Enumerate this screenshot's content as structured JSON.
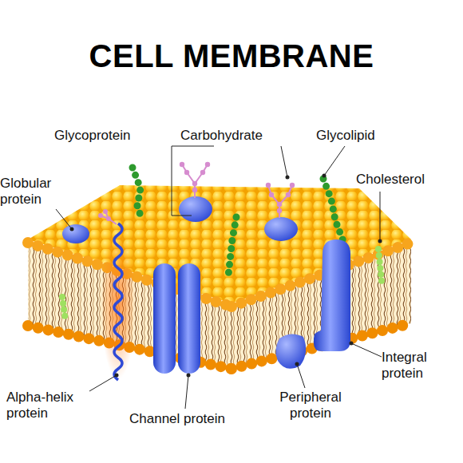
{
  "diagram": {
    "title": "CELL MEMBRANE",
    "labels": [
      "Glycoprotein",
      "Carbohydrate",
      "Glycolipid",
      "Globular protein",
      "Cholesterol",
      "Alpha-helix protein",
      "Channel protein",
      "Peripheral protein",
      "Integral protein"
    ]
  }
}
